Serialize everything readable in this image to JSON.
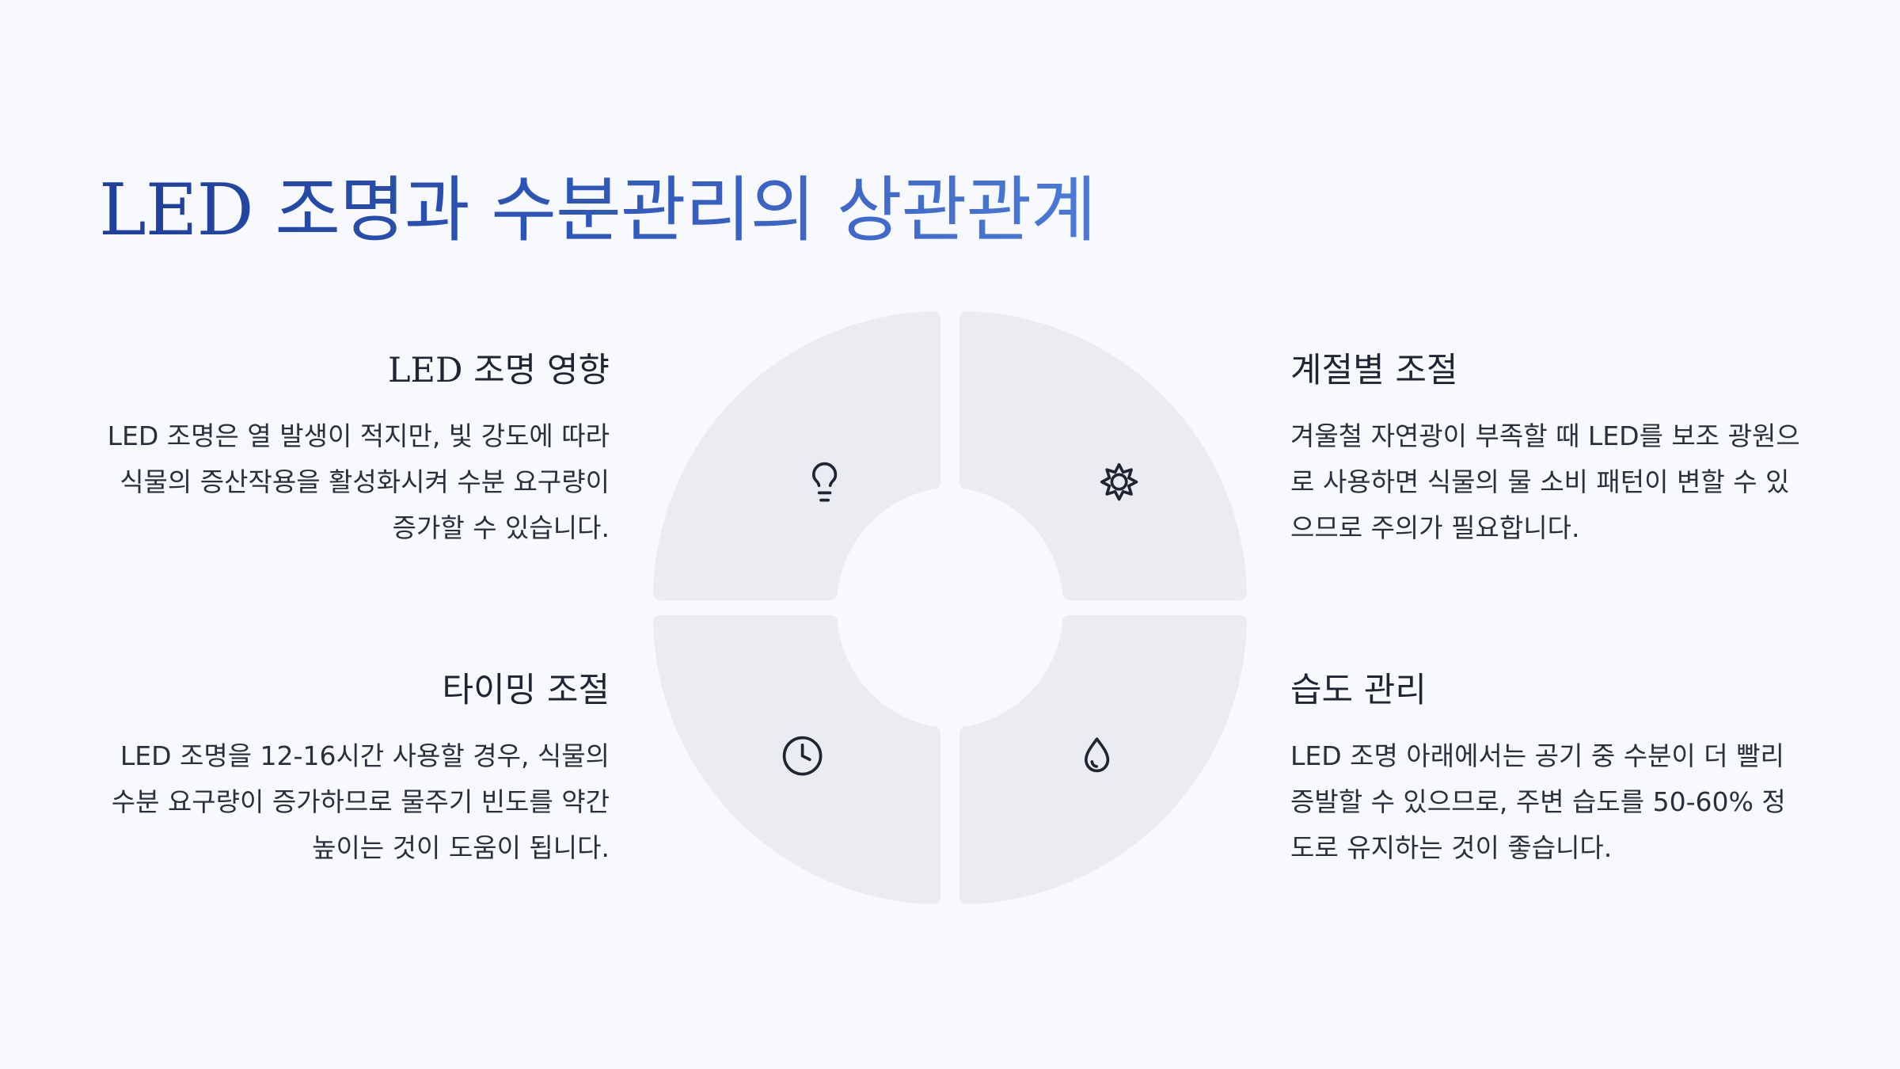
{
  "title": "LED 조명과 수분관리의 상관관계",
  "colors": {
    "background": "#f8f9fc",
    "title_gradient_start": "#1e3f99",
    "title_gradient_end": "#4c79d8",
    "segment_fill": "#eaecf2",
    "icon_stroke": "#1f2533"
  },
  "items": [
    {
      "heading": "LED 조명 영향",
      "text": "LED 조명은 열 발생이 적지만, 빛 강도에 따라 식물의 증산작용을 활성화시켜 수분 요구량이 증가할 수 있습니다.",
      "icon": "lightbulb-icon"
    },
    {
      "heading": "계절별 조절",
      "text": "겨울철 자연광이 부족할 때 LED를 보조 광원으로 사용하면 식물의 물 소비 패턴이 변할 수 있으므로 주의가 필요합니다.",
      "icon": "sun-icon"
    },
    {
      "heading": "타이밍 조절",
      "text": "LED 조명을 12-16시간 사용할 경우, 식물의 수분 요구량이 증가하므로 물주기 빈도를 약간 높이는 것이 도움이 됩니다.",
      "icon": "clock-icon"
    },
    {
      "heading": "습도 관리",
      "text": "LED 조명 아래에서는 공기 중 수분이 더 빨리 증발할 수 있으므로, 주변 습도를 50-60% 정도로 유지하는 것이 좋습니다.",
      "icon": "droplet-icon"
    }
  ]
}
